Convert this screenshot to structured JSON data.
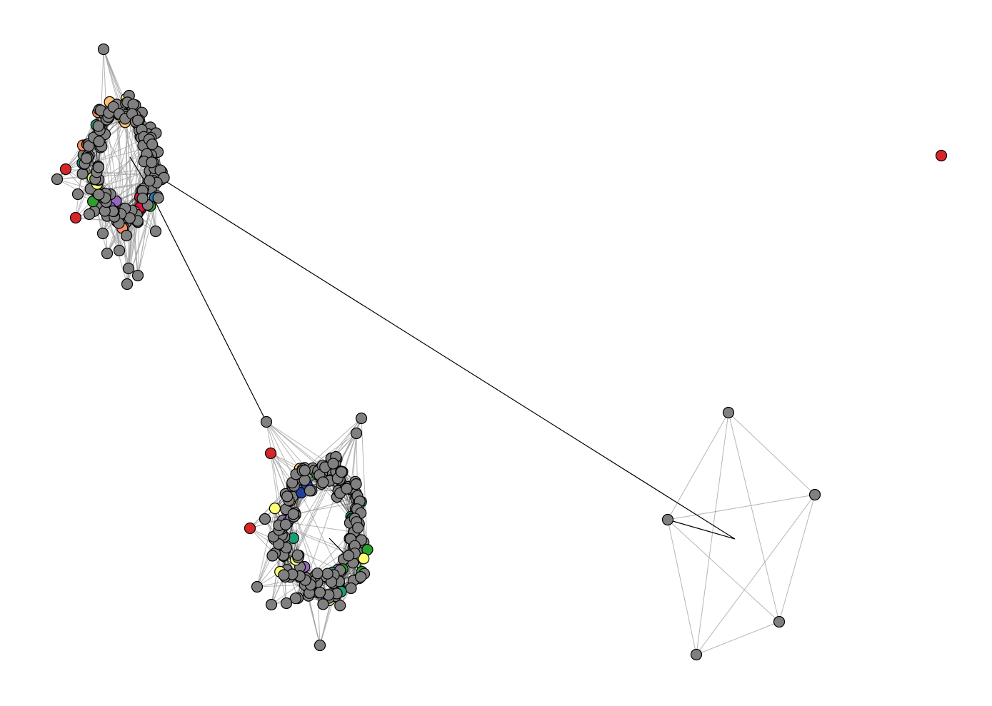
{
  "diagram": {
    "type": "network-graph",
    "background": "#ffffff",
    "node_default_color": "#808080",
    "node_outline_color": "#000000",
    "palette": {
      "red": "#d62728",
      "pink": "#f68fb4",
      "salmon": "#fb8d62",
      "blue": "#1f78b4",
      "navy": "#1f3f99",
      "teal": "#1b9e77",
      "green": "#2ca02c",
      "lime": "#c2f070",
      "yellow": "#ffff73",
      "orange": "#fdbf6f",
      "crimson": "#dc143c",
      "purple": "#9467bd"
    },
    "components": [
      {
        "id": "cluster-top-left",
        "kind": "dense-ring"
      },
      {
        "id": "cluster-bottom",
        "kind": "dense-ring"
      },
      {
        "id": "clique-five",
        "kind": "sparse-clique",
        "size": 5
      },
      {
        "id": "isolated-node",
        "kind": "singleton",
        "color": "red"
      }
    ],
    "bridges": [
      {
        "from": "cluster-top-left",
        "to": "cluster-bottom"
      },
      {
        "from": "cluster-top-left",
        "to": "clique-five"
      }
    ]
  }
}
